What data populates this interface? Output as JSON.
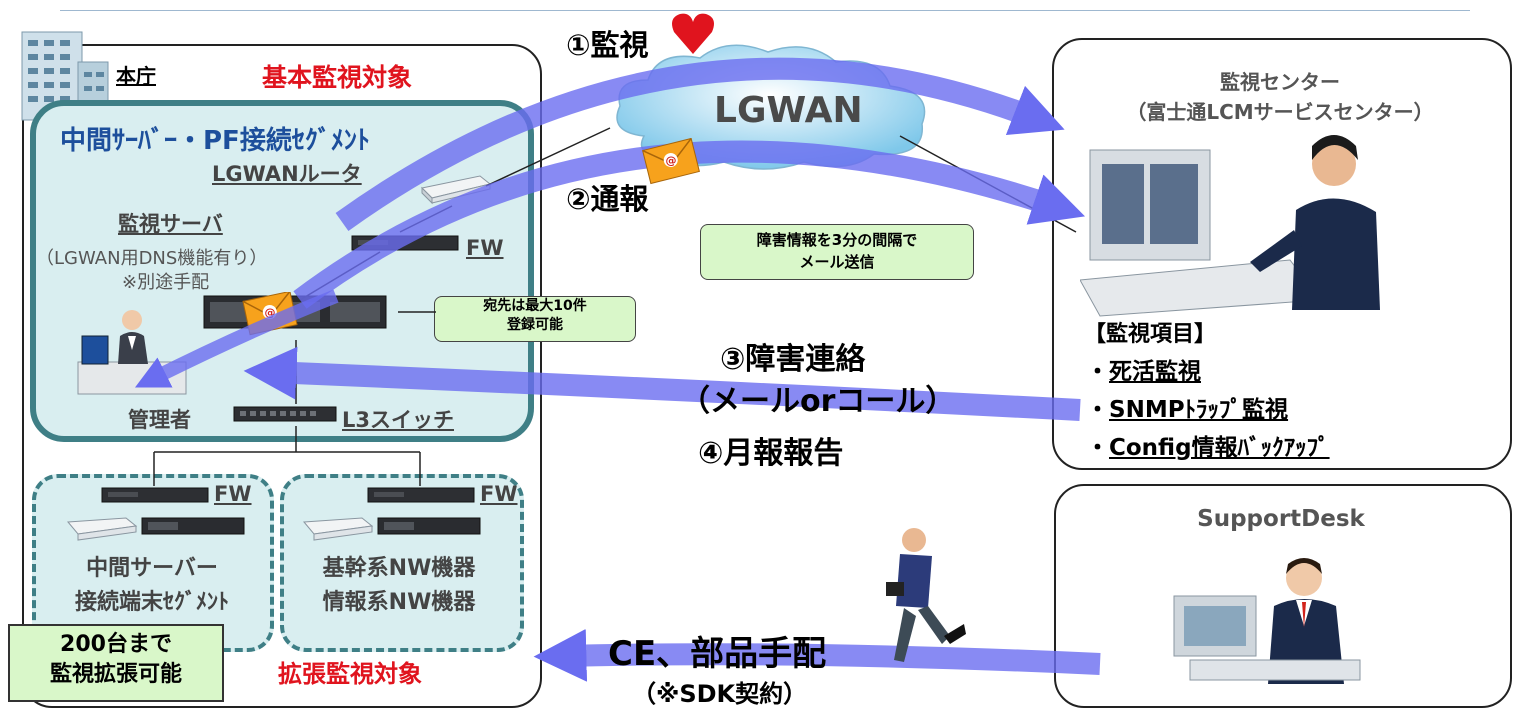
{
  "honcho": {
    "label": "本庁",
    "basic_target": "基本監視対象",
    "segment_title": "中間ｻｰﾊﾞｰ・PF接続ｾｸﾞﾒﾝﾄ",
    "router_label": "LGWANルータ",
    "monitor_server_label": "監視サーバ",
    "monitor_server_note1": "（LGWAN用DNS機能有り）",
    "monitor_server_note2": "※別途手配",
    "fw_label": "FW",
    "admin_label": "管理者",
    "l3_label": "L3スイッチ",
    "dest_note": "宛先は最大10件\n登録可能",
    "ext_left_fw": "FW",
    "ext_left_label": "中間サーバー\n接続端末ｾｸﾞﾒﾝﾄ",
    "ext_right_fw": "FW",
    "ext_right_label": "基幹系NW機器\n情報系NW機器",
    "expand_note": "200台まで\n監視拡張可能",
    "extended_target": "拡張監視対象"
  },
  "cloud": {
    "label": "LGWAN"
  },
  "flows": {
    "monitor": "①監視",
    "report": "②通報",
    "mail_note": "障害情報を3分の間隔で\nメール送信",
    "fault_contact": "③障害連絡",
    "fault_contact_sub": "（メールorコール）",
    "monthly": "④月報報告",
    "ce": "CE、部品手配",
    "ce_sub": "（※SDK契約）"
  },
  "center": {
    "title1": "監視センター",
    "title2": "（富士通LCMサービスセンター）",
    "items_header": "【監視項目】",
    "items": [
      "死活監視",
      "SNMPﾄﾗｯﾌﾟ監視",
      "Config情報ﾊﾞｯｸｱｯﾌﾟ"
    ]
  },
  "support": {
    "title": "SupportDesk"
  },
  "colors": {
    "arrow": "#6a6df0",
    "teal": "#3f7f86",
    "red": "#e0141e",
    "green_note": "#d9f7c9"
  }
}
